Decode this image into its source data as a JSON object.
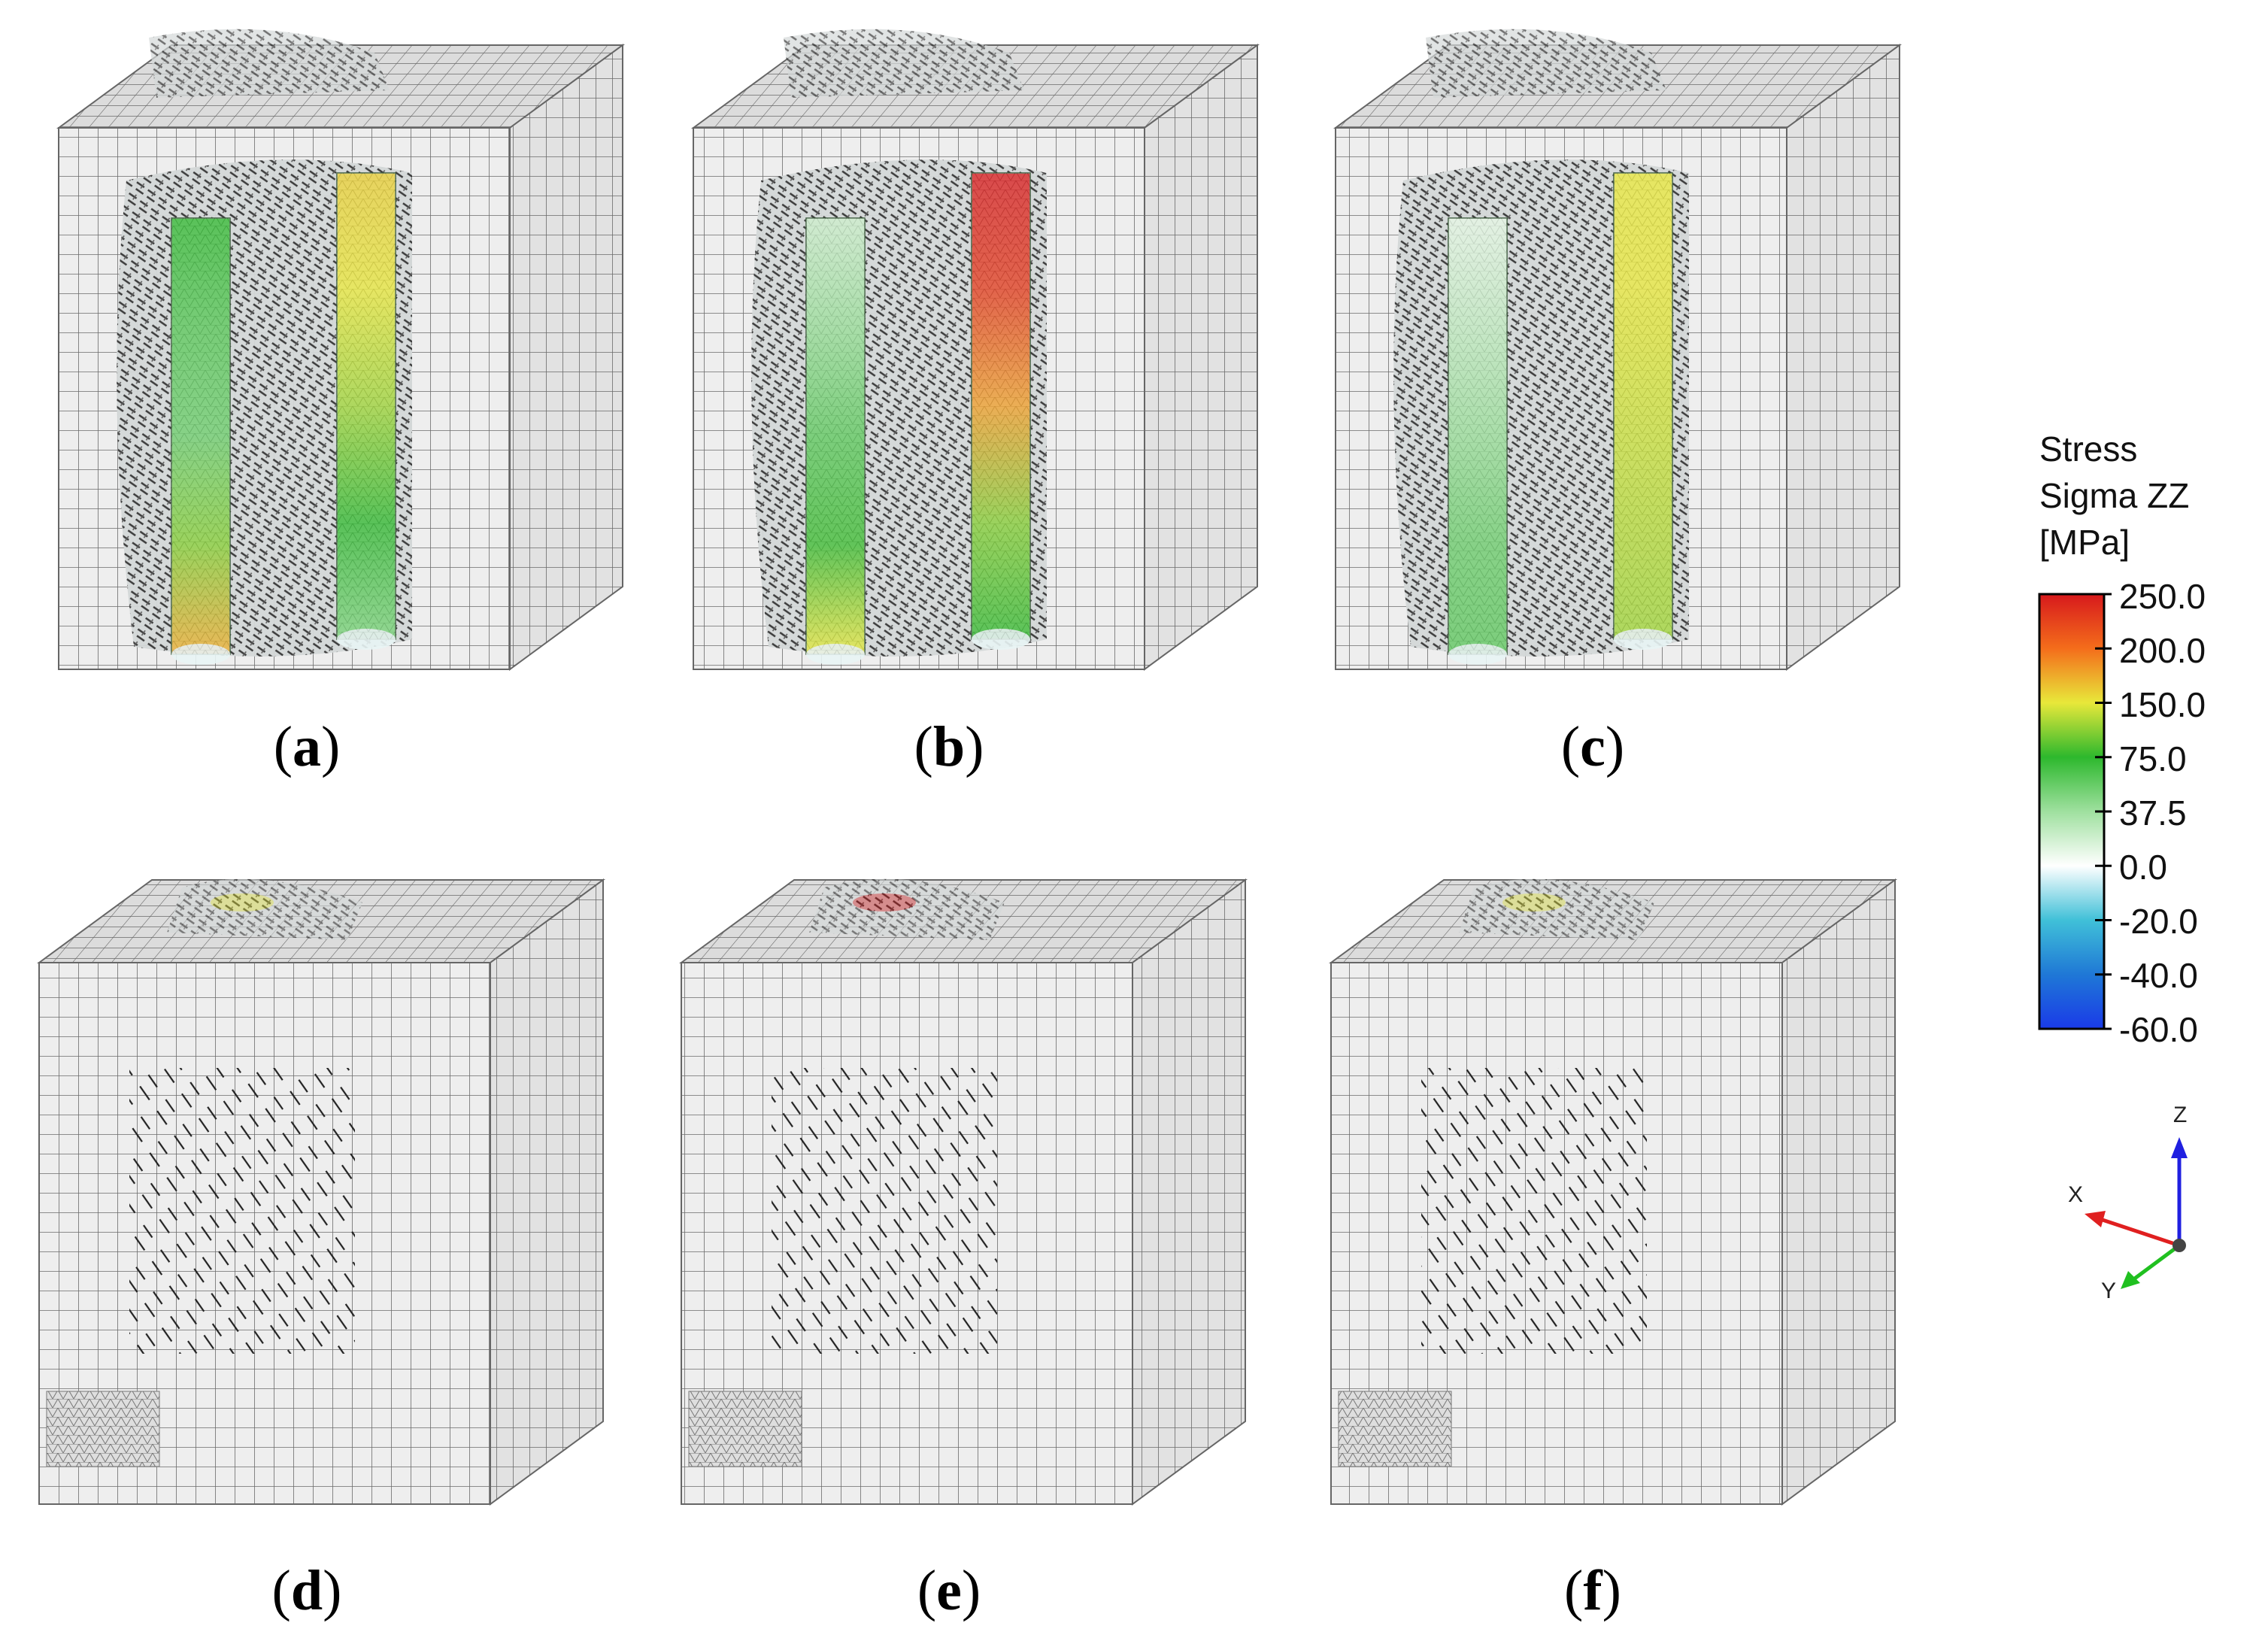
{
  "panels": [
    {
      "id": "a",
      "label_open": "(",
      "label_letter": "a",
      "label_close": ")",
      "view": "cutaway",
      "rods": [
        {
          "stress": [
            75,
            62,
            55,
            110,
            175
          ]
        },
        {
          "stress": [
            160,
            150,
            120,
            75,
            50
          ]
        }
      ]
    },
    {
      "id": "b",
      "label_open": "(",
      "label_letter": "b",
      "label_close": ")",
      "view": "cutaway",
      "rods": [
        {
          "stress": [
            20,
            40,
            60,
            80,
            150
          ]
        },
        {
          "stress": [
            250,
            230,
            180,
            110,
            75
          ]
        }
      ]
    },
    {
      "id": "c",
      "label_open": "(",
      "label_letter": "c",
      "label_close": ")",
      "view": "cutaway",
      "rods": [
        {
          "stress": [
            10,
            25,
            40,
            55,
            60
          ]
        },
        {
          "stress": [
            150,
            150,
            140,
            130,
            120
          ]
        }
      ]
    },
    {
      "id": "d",
      "label_open": "(",
      "label_letter": "d",
      "label_close": ")",
      "view": "exterior",
      "top_spot_stress": 150
    },
    {
      "id": "e",
      "label_open": "(",
      "label_letter": "e",
      "label_close": ")",
      "view": "exterior",
      "top_spot_stress": 250
    },
    {
      "id": "f",
      "label_open": "(",
      "label_letter": "f",
      "label_close": ")",
      "view": "exterior",
      "top_spot_stress": 150
    }
  ],
  "legend": {
    "title_lines": [
      "Stress",
      "Sigma ZZ",
      "[MPa]"
    ],
    "ticks": [
      "250.0",
      "200.0",
      "150.0",
      "75.0",
      "37.5",
      "0.0",
      "-20.0",
      "-40.0",
      "-60.0"
    ],
    "colors": [
      "#d7191c",
      "#f46d1b",
      "#e8e83a",
      "#2db82d",
      "#9fe09f",
      "#ffffff",
      "#40c0d8",
      "#1f78d6",
      "#1a3ae8"
    ]
  },
  "axes": {
    "x_label": "X",
    "y_label": "Y",
    "z_label": "Z",
    "x_color": "#e02020",
    "y_color": "#20c020",
    "z_color": "#2020e0"
  }
}
